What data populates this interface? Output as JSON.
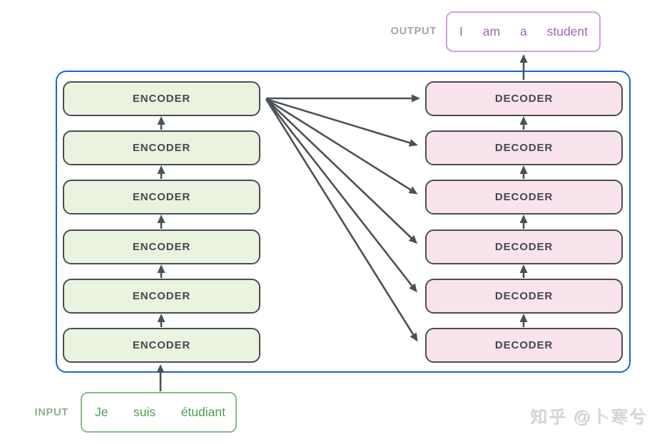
{
  "labels": {
    "output": "OUTPUT",
    "input": "INPUT"
  },
  "output_sentence": {
    "words": [
      "I",
      "am",
      "a",
      "student"
    ]
  },
  "input_sentence": {
    "words": [
      "Je",
      "suis",
      "étudiant"
    ]
  },
  "encoders": [
    "ENCODER",
    "ENCODER",
    "ENCODER",
    "ENCODER",
    "ENCODER",
    "ENCODER"
  ],
  "decoders": [
    "DECODER",
    "DECODER",
    "DECODER",
    "DECODER",
    "DECODER",
    "DECODER"
  ],
  "watermark": "知乎 @卜寒兮",
  "colors": {
    "container_border": "#1767d2",
    "box_border": "#4a4e53",
    "box_text": "#45494e",
    "encoder_fill": "#e9f3e0",
    "decoder_fill": "#f9e3ed",
    "arrow": "#4c5156",
    "output_border": "#c9a6da",
    "output_text": "#a361bd",
    "output_label": "#a89fb2",
    "input_border": "#85bb85",
    "input_text": "#4f9e51",
    "input_label": "#94ab94",
    "watermark": "#dcdcd9"
  }
}
